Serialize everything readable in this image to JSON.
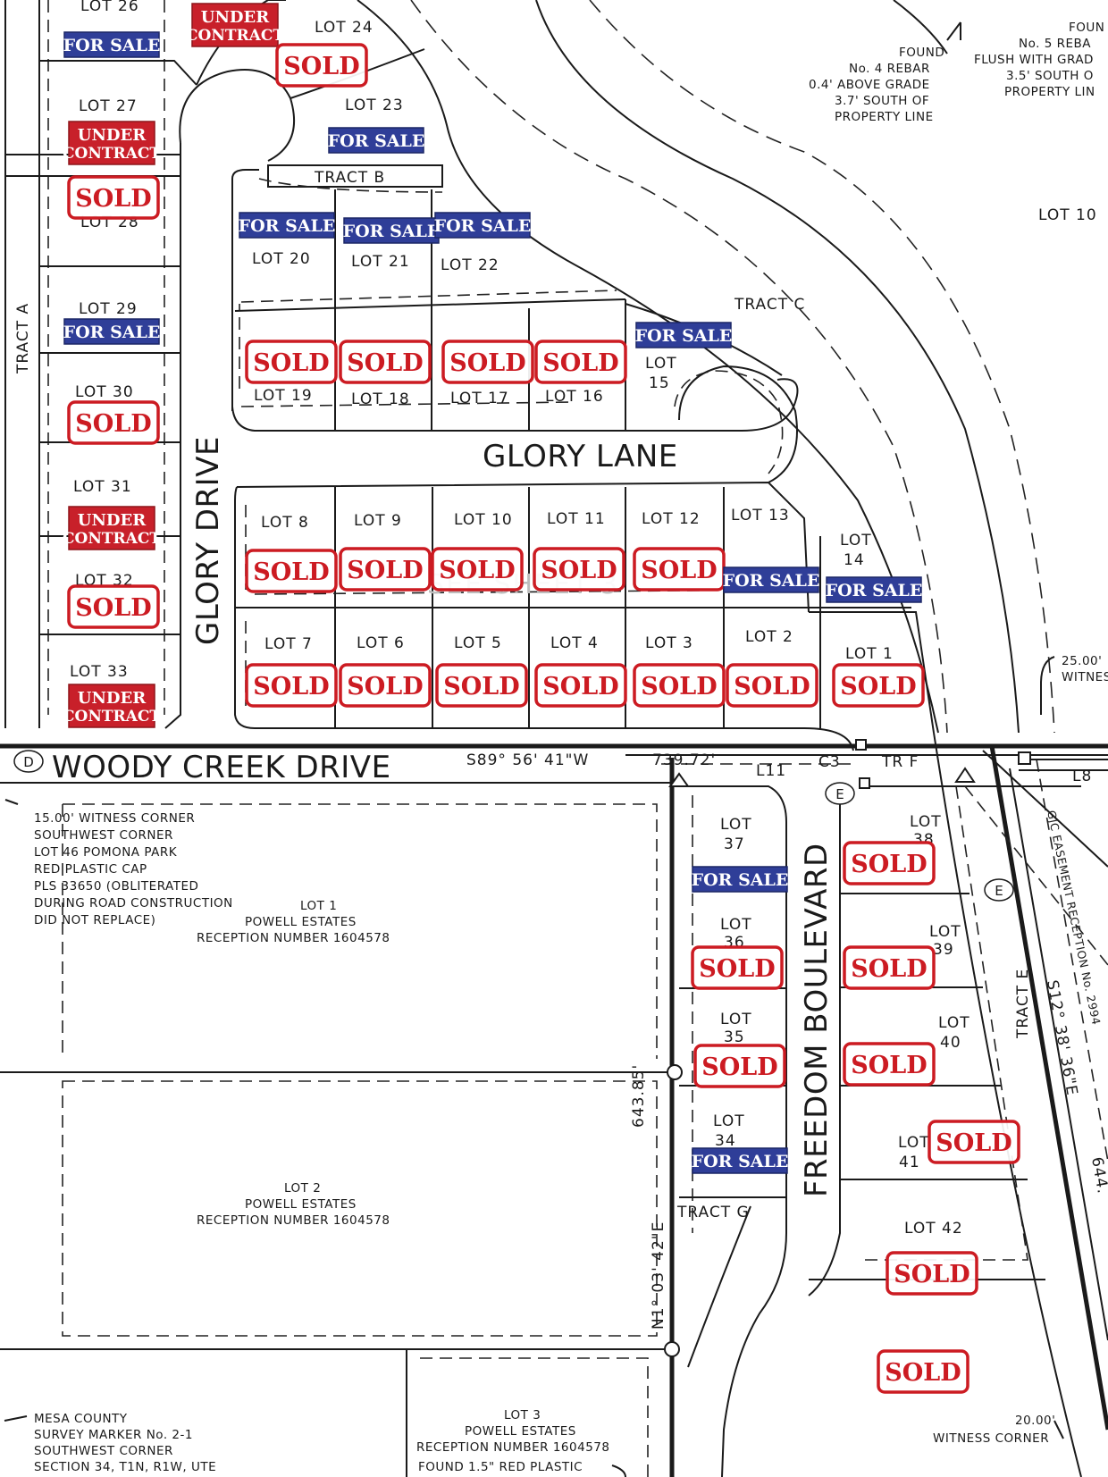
{
  "colors": {
    "sold": "#cc1b22",
    "for_sale": "#2f3e98",
    "under_contract": "#c8202a",
    "line": "#1a1a1a"
  },
  "status_labels": {
    "sold": "SOLD",
    "for_sale": "FOR SALE",
    "under_contract_1": "UNDER",
    "under_contract_2": "CONTRACT"
  },
  "roads": {
    "glory_drive": "GLORY DRIVE",
    "glory_lane": "GLORY LANE",
    "woody_creek": "WOODY CREEK DRIVE",
    "woody_creek_marker": "D",
    "freedom_blvd": "FREEDOM BOULEVARD"
  },
  "tracts": {
    "a": "TRACT A",
    "b": "TRACT B",
    "c": "TRACT C",
    "e": "TRACT E",
    "f": "TR F",
    "g": "TRACT G"
  },
  "lots": {
    "l1": "LOT 1",
    "l2": "LOT 2",
    "l3": "LOT 3",
    "l4": "LOT 4",
    "l5": "LOT 5",
    "l6": "LOT 6",
    "l7": "LOT 7",
    "l8": "LOT 8",
    "l9": "LOT 9",
    "l10": "LOT 10",
    "l11": "LOT 11",
    "l12": "LOT 12",
    "l13": "LOT 13",
    "l14a": "LOT",
    "l14b": "14",
    "l15a": "LOT",
    "l15b": "15",
    "l16": "LOT 16",
    "l17": "LOT 17",
    "l18": "LOT 18",
    "l19": "LOT 19",
    "l20": "LOT 20",
    "l21": "LOT 21",
    "l22": "LOT 22",
    "l23": "LOT 23",
    "l24": "LOT 24",
    "l26": "LOT 26",
    "l27": "LOT 27",
    "l28": "LOT 28",
    "l29": "LOT 29",
    "l30": "LOT 30",
    "l31": "LOT 31",
    "l32": "LOT 32",
    "l33": "LOT 33",
    "l34a": "LOT",
    "l34b": "34",
    "l35a": "LOT",
    "l35b": "35",
    "l36a": "LOT",
    "l36b": "36",
    "l37a": "LOT",
    "l37b": "37",
    "l38a": "LOT",
    "l38b": "38",
    "l39a": "LOT",
    "l39b": "39",
    "l40a": "LOT",
    "l40b": "40",
    "l41a": "LOT",
    "l41b": "41",
    "l42": "LOT 42",
    "l10_east": "LOT 10"
  },
  "callouts": {
    "bearing_woody": "S89° 56' 41\"W",
    "dist_woody": "739.72'",
    "l11": "L11",
    "c3": "C3",
    "l8": "L8",
    "e_marker": "E",
    "bearing_ns": "N1° 03' 42\"E",
    "dist_ns": "643.85'",
    "bearing_se": "S12° 38' 36\"E",
    "dist_se": "644.",
    "easement": "GJC EASEMENT RECEPTION No. 2994",
    "see_sheet": "SEE SHEET 3",
    "witness_25": "25.00'",
    "witness_25b": "WITNES",
    "witness_20a": "20.00'",
    "witness_20b": "WITNESS CORNER"
  },
  "notes": {
    "found4": [
      "FOUND",
      "No. 4 REBAR",
      "0.4' ABOVE GRADE",
      "3.7' SOUTH OF",
      "PROPERTY LINE"
    ],
    "found5": [
      "FOUN",
      "No. 5 REBA",
      "FLUSH WITH GRAD",
      "3.5' SOUTH O",
      "PROPERTY LIN"
    ],
    "witness15": [
      "15.00' WITNESS CORNER",
      "SOUTHWEST CORNER",
      "LOT 46 POMONA PARK",
      "RED PLASTIC CAP",
      "PLS 33650 (OBLITERATED",
      "DURING ROAD CONSTRUCTION",
      "DID NOT REPLACE)"
    ],
    "mesa": [
      "MESA COUNTY",
      "SURVEY MARKER No. 2-1",
      "SOUTHWEST CORNER",
      "SECTION 34, T1N, R1W, UTE"
    ],
    "powell1": [
      "LOT 1",
      "POWELL ESTATES",
      "RECEPTION NUMBER 1604578"
    ],
    "powell2": [
      "LOT 2",
      "POWELL ESTATES",
      "RECEPTION NUMBER 1604578"
    ],
    "powell3": [
      "LOT 3",
      "POWELL ESTATES",
      "RECEPTION NUMBER 1604578"
    ],
    "found15": "FOUND 1.5\" RED PLASTIC"
  }
}
